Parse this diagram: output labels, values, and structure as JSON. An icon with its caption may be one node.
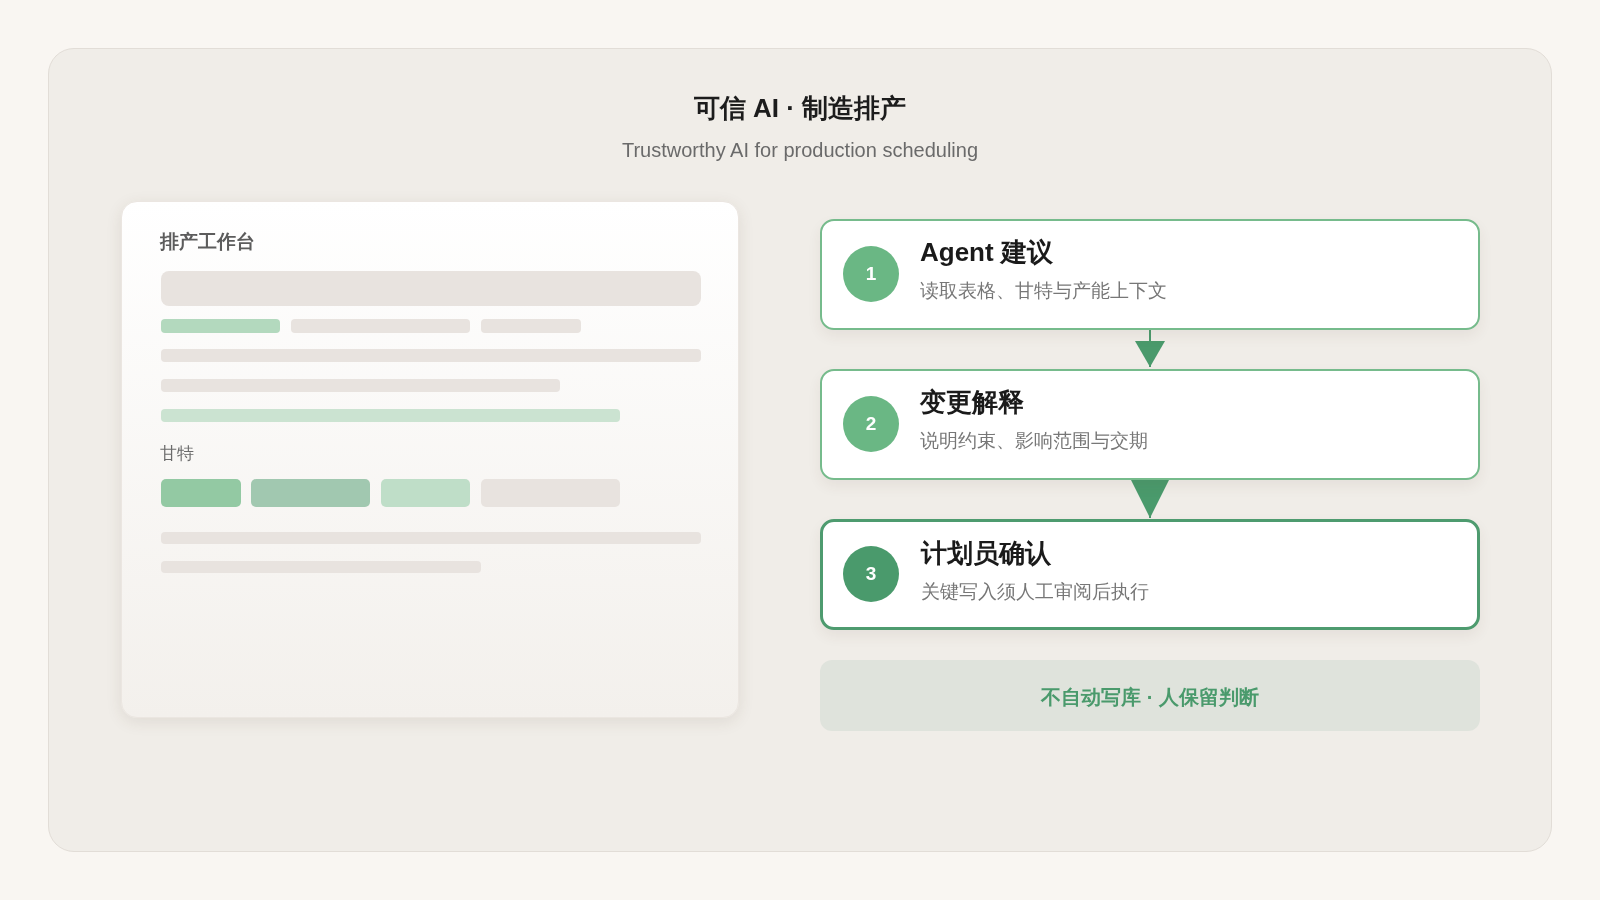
{
  "diagram": {
    "title": "可信 AI · 制造排产",
    "nodes": [
      {
        "text": [
          "排产工作台",
          "甘特"
        ]
      },
      {
        "text": [
          "Agent 建议",
          "读取表格、甘特与产能上下文"
        ]
      },
      {
        "text": [
          "1"
        ],
        "in": 1
      },
      {
        "text": [
          "变更解释",
          "说明约束、影响范围与交期"
        ]
      },
      {
        "text": [
          "2"
        ],
        "in": 3
      },
      {
        "text": [
          "计划员确认",
          "关键写入须人工审阅后执行"
        ]
      },
      {
        "text": [
          "3"
        ],
        "in": 5
      },
      {
        "text": [
          "不自动写库 · 人保留判断"
        ]
      }
    ],
    "edges": [
      {
        "from": 1,
        "to": 3,
        "arrow": "to"
      },
      {
        "from": 3,
        "to": 5,
        "arrow": "to"
      }
    ],
    "labels": [
      "Trustworthy AI for production scheduling"
    ]
  }
}
